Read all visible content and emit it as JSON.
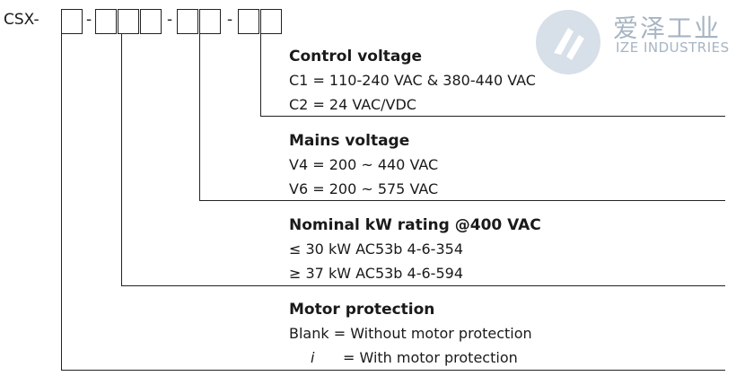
{
  "code": {
    "prefix": "CSX-",
    "separator": "-"
  },
  "watermark": {
    "chinese": "爱泽工业",
    "english": "IZE INDUSTRIES"
  },
  "sections": {
    "control_voltage": {
      "title": "Control voltage",
      "lines": [
        "C1 = 110-240 VAC & 380-440 VAC",
        "C2 = 24 VAC/VDC"
      ]
    },
    "mains_voltage": {
      "title": "Mains voltage",
      "lines": [
        "V4 = 200 ~ 440 VAC",
        "V6 = 200 ~ 575 VAC"
      ]
    },
    "nominal_rating": {
      "title": "Nominal kW rating @400 VAC",
      "lines": [
        "≤ 30 kW AC53b 4-6-354",
        "≥ 37 kW AC53b 4-6-594"
      ]
    },
    "motor_protection": {
      "title": "Motor protection",
      "line_blank": "Blank = Without motor protection",
      "line_i_symbol": "i",
      "line_i_text": "= With motor protection"
    }
  }
}
